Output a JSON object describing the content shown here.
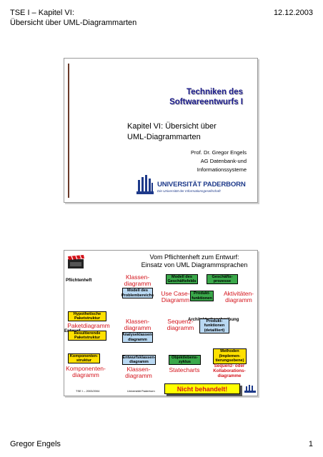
{
  "header": {
    "left_line1": "TSE I – Kapitel VI:",
    "left_line2": "Übersicht über UML-Diagrammarten",
    "date": "12.12.2003"
  },
  "slide1": {
    "title_line1": "Techniken des",
    "title_line2": "Softwareentwurfs I",
    "chapter_line1": "Kapitel VI: Übersicht über",
    "chapter_line2": "UML-Diagrammarten",
    "author": "Prof. Dr. Gregor Engels",
    "group_line1": "AG Datenbank-und",
    "group_line2": "Informationssysteme",
    "logo_name": "UNIVERSITÄT PADERBORN",
    "logo_tagline": "Die Universität der Informationsgesellschaft",
    "colors": {
      "title": "#1c1c8c",
      "logo": "#1e3a8a",
      "rule": "#6b3a2a"
    }
  },
  "slide2": {
    "title_line1": "Vom Pflichtenheft zum Entwurf:",
    "title_line2": "Einsatz von UML Diagrammsprachen",
    "pflichtenheft": "Pflichtenheft",
    "entwurf": "Entwurf",
    "architektur": "Architekturbeschreibung",
    "red_labels": {
      "klassen1": "Klassen-\ndiagramm",
      "usecase": "Use Case-\nDiagramm",
      "aktivitaeten": "Aktivitäten-\ndiagramm",
      "paket": "Paketdiagramm",
      "klassen2": "Klassen-\ndiagramm",
      "sequenz": "Sequenz-\ndiagramm",
      "komponenten": "Komponenten-\ndiagramm",
      "klassen3": "Klassen-\ndiagramm",
      "statecharts": "Statecharts",
      "sequenz_kollab": "Sequenz- oder\nKollaborations-\ndiagramme"
    },
    "boxes": {
      "modell_geschaeftsfelds": "Modell des\nGeschäftsfelds",
      "geschaeftsprozesse": "Geschäfts-\nprozesse",
      "modell_problembereichs": "Modell des\nProblembereichs",
      "produktfunktionen": "Produkt-\nfunktionen",
      "hypothetische": "Hypothetische\nPaketstruktur",
      "resultierende": "Resultierende\nPaketstruktur",
      "analyseklassen": "Analyseklassen-\ndiagramm",
      "produktfunktionen_detail": "Produkt-\nfunktionen\n(detailliert)",
      "komponentenstruktur": "Komponenten-\nstruktur",
      "entwurfsklassen": "Entwurfsklassen-\ndiagramm",
      "objektlebenszyklus": "Objektlebens-\nzyklus",
      "methoden": "Methoden\n(Implemen-\ntierungsebene)"
    },
    "footer_left": "TSE I – 2003/2004",
    "footer_mid": "Universität Paderborn",
    "banner": "Nicht behandelt!",
    "colors": {
      "green": "#3aa84a",
      "yellow": "#ffe000",
      "lightblue": "#b9d8f2",
      "red": "#d4131b",
      "banner": "#ffff00"
    }
  },
  "footer": {
    "author": "Gregor Engels",
    "page": "1"
  }
}
